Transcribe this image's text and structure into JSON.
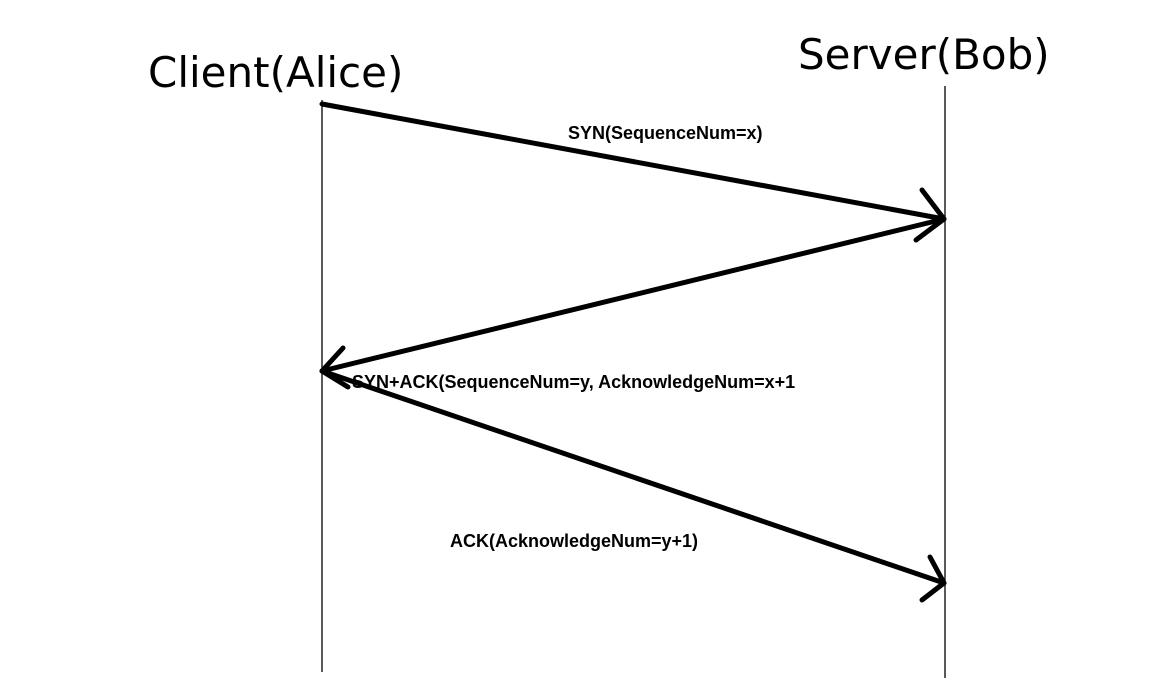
{
  "actors": {
    "client": "Client(Alice)",
    "server": "Server(Bob)"
  },
  "messages": [
    {
      "label": "SYN(SequenceNum=x)",
      "from": "client",
      "to": "server"
    },
    {
      "label": "SYN+ACK(SequenceNum=y, AcknowledgeNum=x+1",
      "from": "server",
      "to": "client"
    },
    {
      "label": "ACK(AcknowledgeNum=y+1)",
      "from": "client",
      "to": "server"
    }
  ],
  "colors": {
    "ink": "#000000",
    "background": "#ffffff"
  }
}
